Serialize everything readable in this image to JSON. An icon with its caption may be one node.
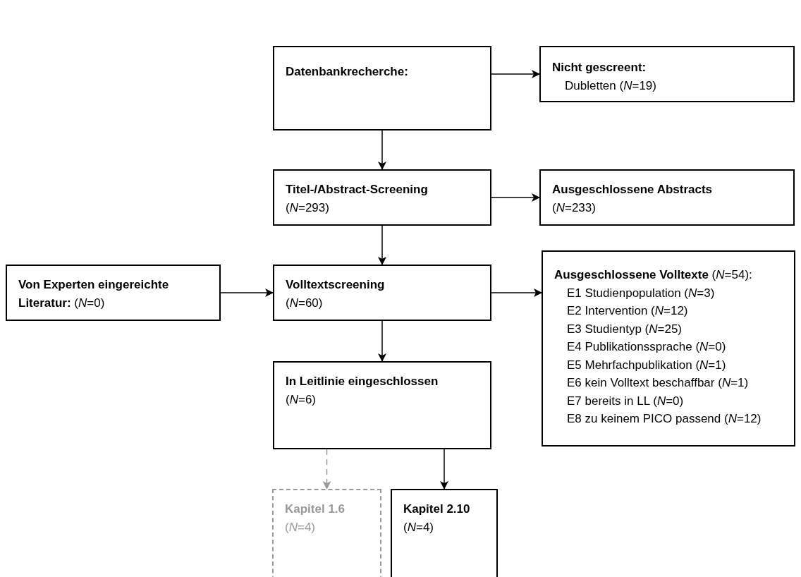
{
  "diagram": {
    "nodes": [
      {
        "text": [
          "Datenbankrecherche:"
        ]
      },
      {
        "text": [
          "Nicht gescreent:",
          "Dubletten (*N*=19)"
        ]
      },
      {
        "text": [
          "Titel-/Abstract-Screening",
          "(*N*=293)"
        ]
      },
      {
        "text": [
          "Ausgeschlossene Abstracts",
          "(*N*=233)"
        ]
      },
      {
        "text": [
          "**Von Experten eingereichte Literatur:** (*N*=0)"
        ]
      },
      {
        "text": [
          "Volltextscreening",
          "(*N*=60)"
        ]
      },
      {
        "text": [
          "**Ausgeschlossene Volltexte** (*N*=54):",
          "E1 Studienpopulation (*N*=3)",
          "E2 Intervention (*N*=12)",
          "E3 Studientyp (*N*=25)",
          "E4 Publikationssprache (*N*=0)",
          "E5 Mehrfachpublikation (*N*=1)",
          "E6 kein Volltext beschaffbar (*N*=1)",
          "E7 bereits in LL (*N*=0)",
          "E8 zu keinem PICO passend (*N*=12)"
        ]
      },
      {
        "text": [
          "In Leitlinie eingeschlossen",
          "(*N*=6)"
        ]
      },
      {
        "text": [
          "Kapitel 1.6",
          "(*N*=4)"
        ]
      },
      {
        "text": [
          "Kapitel 2.10",
          "(*N*=4)"
        ]
      }
    ],
    "edges": [
      {
        "from": 0,
        "to": 1,
        "arrow": "to"
      },
      {
        "from": 0,
        "to": 2,
        "arrow": "to"
      },
      {
        "from": 2,
        "to": 3,
        "arrow": "to"
      },
      {
        "from": 2,
        "to": 5,
        "arrow": "to"
      },
      {
        "from": 4,
        "to": 5,
        "arrow": "to"
      },
      {
        "from": 5,
        "to": 6,
        "arrow": "to"
      },
      {
        "from": 5,
        "to": 7,
        "arrow": "to"
      },
      {
        "from": 7,
        "to": 8,
        "arrow": "to",
        "style": "dashed",
        "color": "#999999"
      },
      {
        "from": 7,
        "to": 9,
        "arrow": "to"
      }
    ]
  }
}
